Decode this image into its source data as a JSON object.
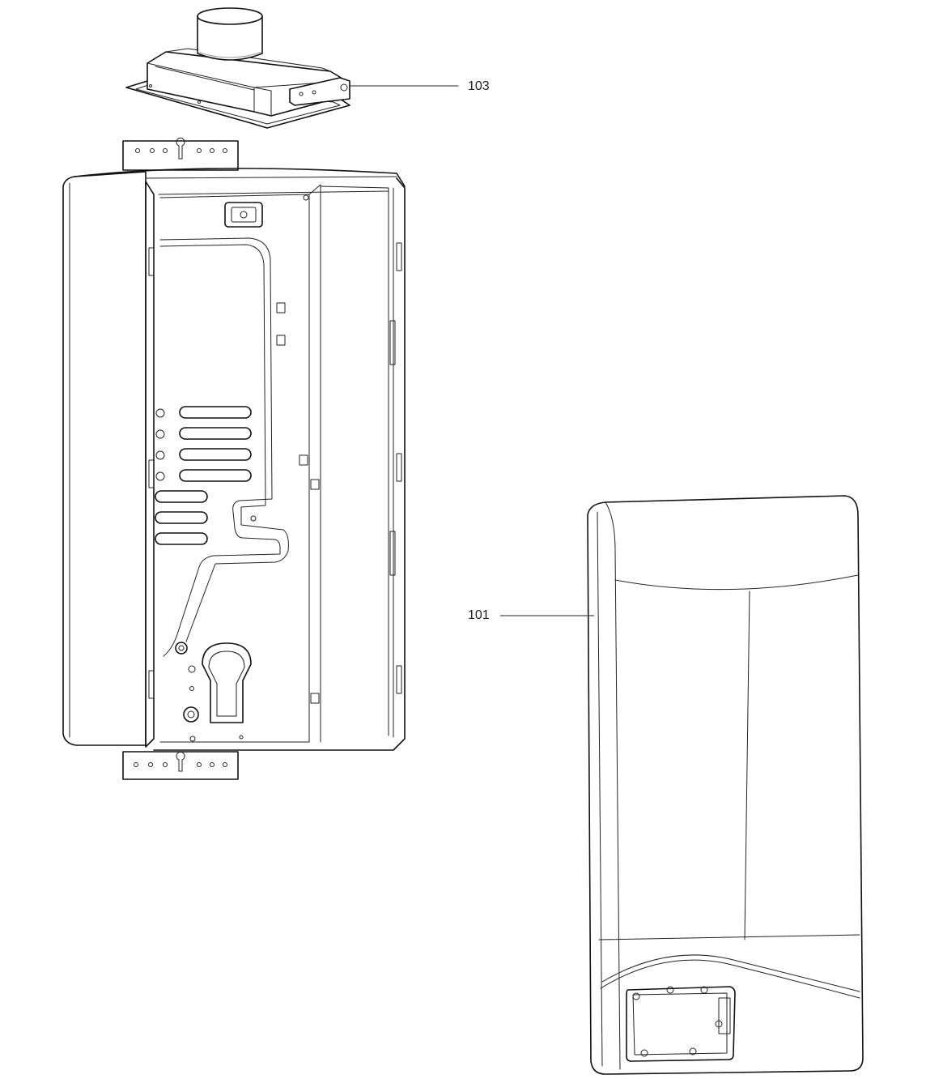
{
  "callouts": [
    {
      "id": "103",
      "label": "103"
    },
    {
      "id": "101",
      "label": "101"
    }
  ],
  "colors": {
    "line": "#111111",
    "background": "#ffffff"
  }
}
